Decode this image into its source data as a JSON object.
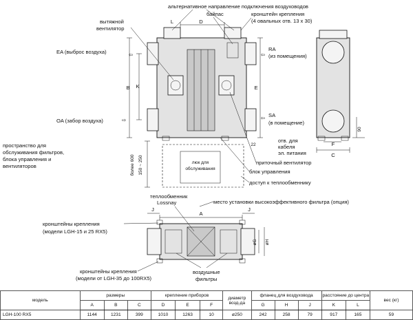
{
  "top": {
    "alt_direction": "альтернативное направление подключения воздуховодов",
    "bypass": "байпас",
    "bracket": "кронштейн крепления",
    "bracket_holes": "(4 овальных отв. 13 x 30)",
    "exhaust_fan_1": "вытяжной",
    "exhaust_fan_2": "вентилятор",
    "ea": "EA (выброс воздуха)",
    "oa": "OA (забор воздуха)",
    "ra_1": "RA",
    "ra_2": "(из помещения)",
    "sa_1": "SA",
    "sa_2": "(в помещение)",
    "space_1": "пространство для",
    "space_2": "обслуживания фильтров,",
    "space_3": "блока управления и",
    "space_4": "вентиляторов",
    "hole_1": "отв. для",
    "hole_2": "кабеля",
    "hole_3": "эл. питания",
    "supply_fan": "приточный вентилятор",
    "control_unit": "блок управления",
    "core_access": "доступ к теплообменнику",
    "hatch_1": "люк для",
    "hatch_2": "обслуживания",
    "dim_150": "150 ~ 250",
    "dim_600": "более 600",
    "dim_22": "22",
    "dim_90": "90"
  },
  "dims": {
    "D": "D",
    "B": "B",
    "K": "K",
    "E": "E",
    "C": "C",
    "F": "F",
    "A": "A",
    "J": "J",
    "G": "øG",
    "H": "øH"
  },
  "bottom": {
    "core_1": "теплообменник",
    "core_2": "Lossnay",
    "hepa": "место установки высокоэффективного фильтра (опция)",
    "bracket_small_1": "кронштейны крепления",
    "bracket_small_2": "(модели LGH-15 и 25 RX5)",
    "bracket_large_1": "кронштейны крепления",
    "bracket_large_2": "(модели от LGH-35 до 100RX5)",
    "filters_1": "воздушные",
    "filters_2": "фильтры"
  },
  "table": {
    "model": "модель",
    "sizes": "размеры",
    "mount": "крепление приборов",
    "diameter": "диаметр возд-да",
    "flange": "фланец для воздуховода",
    "center": "расстояние до центра",
    "weight": "вес (кг)",
    "letters": [
      "A",
      "B",
      "C",
      "D",
      "E",
      "F",
      "G",
      "H",
      "J",
      "K",
      "L"
    ],
    "row": {
      "model": "LGH-100 RX5",
      "A": "1144",
      "B": "1231",
      "C": "399",
      "D": "1010",
      "E": "1263",
      "F": "10",
      "diameter": "ø250",
      "G": "242",
      "H": "258",
      "J": "79",
      "K": "917",
      "L": "165",
      "weight": "59"
    }
  }
}
